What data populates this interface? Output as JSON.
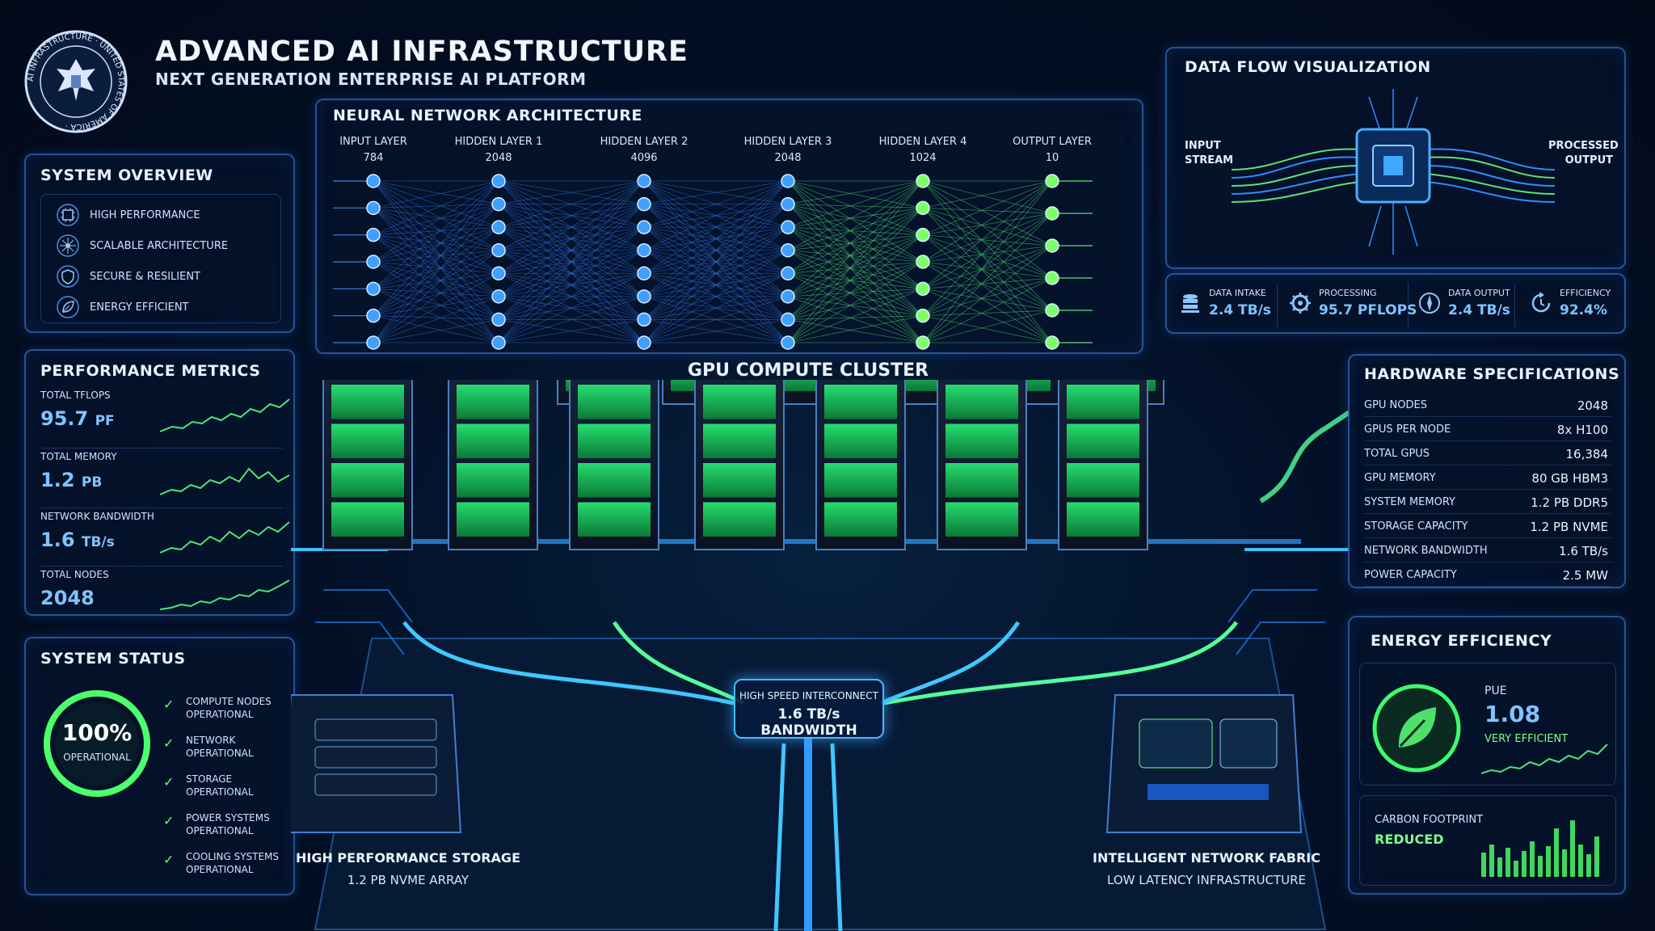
{
  "header": {
    "title": "ADVANCED AI INFRASTRUCTURE",
    "subtitle": "NEXT GENERATION ENTERPRISE AI PLATFORM",
    "seal_text": "AI INFRASTRUCTURE · UNITED STATES OF AMERICA"
  },
  "overview": {
    "title": "SYSTEM OVERVIEW",
    "items": [
      {
        "label": "HIGH PERFORMANCE",
        "icon": "chip-icon"
      },
      {
        "label": "SCALABLE ARCHITECTURE",
        "icon": "network-icon"
      },
      {
        "label": "SECURE & RESILIENT",
        "icon": "shield-icon"
      },
      {
        "label": "ENERGY EFFICIENT",
        "icon": "leaf-icon"
      }
    ]
  },
  "performance": {
    "title": "PERFORMANCE METRICS",
    "metrics": [
      {
        "label": "TOTAL TFLOPS",
        "value": "95.7",
        "unit": "PF"
      },
      {
        "label": "TOTAL MEMORY",
        "value": "1.2",
        "unit": "PB"
      },
      {
        "label": "NETWORK BANDWIDTH",
        "value": "1.6",
        "unit": "TB/s"
      },
      {
        "label": "TOTAL NODES",
        "value": "2048",
        "unit": ""
      }
    ]
  },
  "status": {
    "title": "SYSTEM STATUS",
    "percent": "100%",
    "percent_label": "OPERATIONAL",
    "progress": 1.0,
    "items": [
      {
        "name": "COMPUTE NODES",
        "state": "OPERATIONAL"
      },
      {
        "name": "NETWORK",
        "state": "OPERATIONAL"
      },
      {
        "name": "STORAGE",
        "state": "OPERATIONAL"
      },
      {
        "name": "POWER SYSTEMS",
        "state": "OPERATIONAL"
      },
      {
        "name": "COOLING SYSTEMS",
        "state": "OPERATIONAL"
      }
    ]
  },
  "neural": {
    "title": "NEURAL NETWORK ARCHITECTURE",
    "layers": [
      {
        "name": "INPUT LAYER",
        "size": "784",
        "color": "#3fa0ff"
      },
      {
        "name": "HIDDEN LAYER 1",
        "size": "2048",
        "color": "#3fa0ff"
      },
      {
        "name": "HIDDEN LAYER 2",
        "size": "4096",
        "color": "#3fa0ff"
      },
      {
        "name": "HIDDEN LAYER 3",
        "size": "2048",
        "color": "#3fa0ff"
      },
      {
        "name": "HIDDEN LAYER 4",
        "size": "1024",
        "color": "#7dff6a"
      },
      {
        "name": "OUTPUT LAYER",
        "size": "10",
        "color": "#7dff6a"
      }
    ]
  },
  "flow": {
    "title": "DATA FLOW VISUALIZATION",
    "input_label": "INPUT STREAM",
    "output_label": "PROCESSED OUTPUT",
    "stats": [
      {
        "label": "DATA INTAKE",
        "value": "2.4 TB/s",
        "icon": "database-icon"
      },
      {
        "label": "PROCESSING",
        "value": "95.7 PFLOPS",
        "icon": "gear-icon"
      },
      {
        "label": "DATA OUTPUT",
        "value": "2.4 TB/s",
        "icon": "compass-icon"
      },
      {
        "label": "EFFICIENCY",
        "value": "92.4%",
        "icon": "cycle-icon"
      }
    ]
  },
  "cluster": {
    "title": "GPU COMPUTE CLUSTER",
    "interconnect_label": "HIGH SPEED INTERCONNECT",
    "interconnect_value": "1.6 TB/s BANDWIDTH",
    "storage_title": "HIGH PERFORMANCE STORAGE",
    "storage_sub": "1.2 PB NVME ARRAY",
    "fabric_title": "INTELLIGENT NETWORK FABRIC",
    "fabric_sub": "LOW LATENCY INFRASTRUCTURE"
  },
  "hardware": {
    "title": "HARDWARE SPECIFICATIONS",
    "rows": [
      {
        "k": "GPU NODES",
        "v": "2048"
      },
      {
        "k": "GPUS PER NODE",
        "v": "8x H100"
      },
      {
        "k": "TOTAL GPUS",
        "v": "16,384"
      },
      {
        "k": "GPU MEMORY",
        "v": "80 GB HBM3"
      },
      {
        "k": "SYSTEM MEMORY",
        "v": "1.2 PB DDR5"
      },
      {
        "k": "STORAGE CAPACITY",
        "v": "1.2 PB NVME"
      },
      {
        "k": "NETWORK BANDWIDTH",
        "v": "1.6 TB/s"
      },
      {
        "k": "POWER CAPACITY",
        "v": "2.5 MW"
      }
    ]
  },
  "energy": {
    "title": "ENERGY EFFICIENCY",
    "pue_label": "PUE",
    "pue_value": "1.08",
    "pue_desc": "VERY EFFICIENT",
    "carbon_label": "CARBON FOOTPRINT",
    "carbon_value": "REDUCED"
  },
  "colors": {
    "accent_blue": "#3fa0ff",
    "accent_green": "#6cff7a",
    "panel_border": "#468ce6"
  }
}
